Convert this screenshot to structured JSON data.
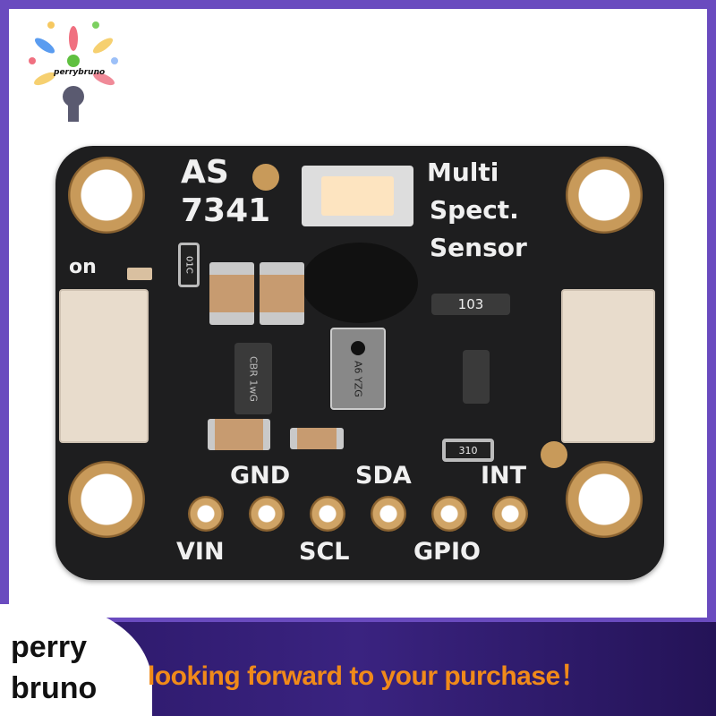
{
  "logo": {
    "text": "perrybruno"
  },
  "board": {
    "title_line1": "AS",
    "title_line2": "7341",
    "desc": [
      "Multi",
      "Spect.",
      "Sensor"
    ],
    "on_label": "on",
    "top_pins": [
      "GND",
      "SDA",
      "INT"
    ],
    "bottom_pins": [
      "VIN",
      "SCL",
      "GPIO"
    ],
    "resistor_array": "103",
    "resistor_small": "310",
    "resistor_vertical": "01C",
    "ic_left": "CBR 1wG",
    "sensor_chip": "A6 YZG"
  },
  "banner": {
    "brand_line1": "perry",
    "brand_line2": "bruno",
    "slogan": "looking forward to your purchase！"
  },
  "colors": {
    "frame": "#6a4bbf",
    "banner": "#2a1766",
    "slogan": "#f08a1a",
    "pcb": "#1e1e1f",
    "gold": "#c89a5a"
  }
}
